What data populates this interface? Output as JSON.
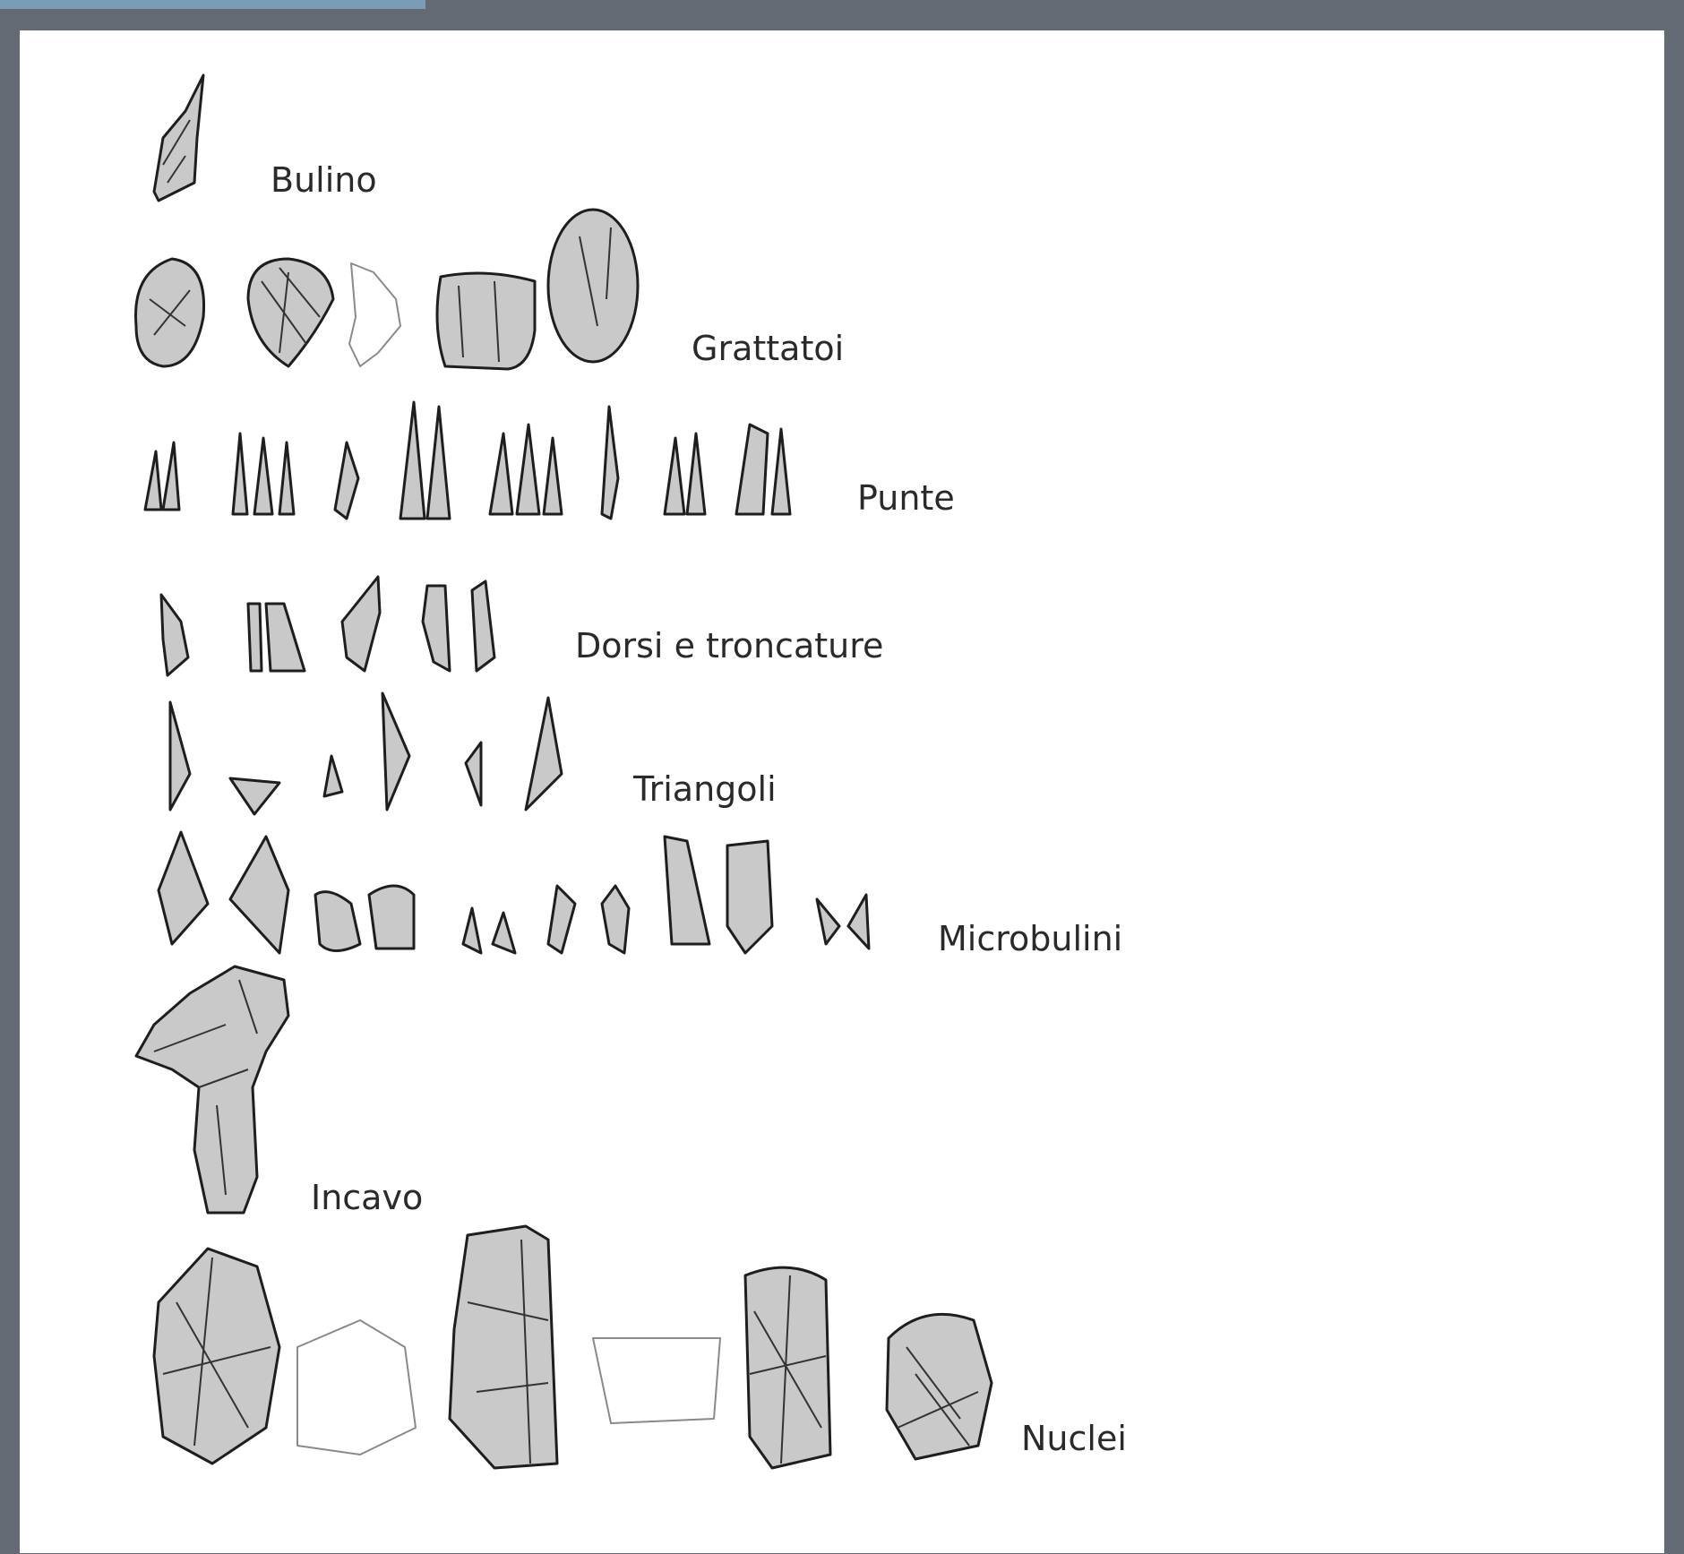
{
  "labels": {
    "bulino": "Bulino",
    "grattatoi": "Grattatoi",
    "punte": "Punte",
    "dorsi": "Dorsi e troncature",
    "triangoli": "Triangoli",
    "microbulini": "Microbulini",
    "incavo": "Incavo",
    "nuclei": "Nuclei"
  },
  "colors": {
    "frame": "#646a74",
    "tab": "#7b9cb6",
    "panel": "#ffffff",
    "artifact_fill": "#c9c9c9",
    "artifact_stroke": "#1e1e1e"
  }
}
